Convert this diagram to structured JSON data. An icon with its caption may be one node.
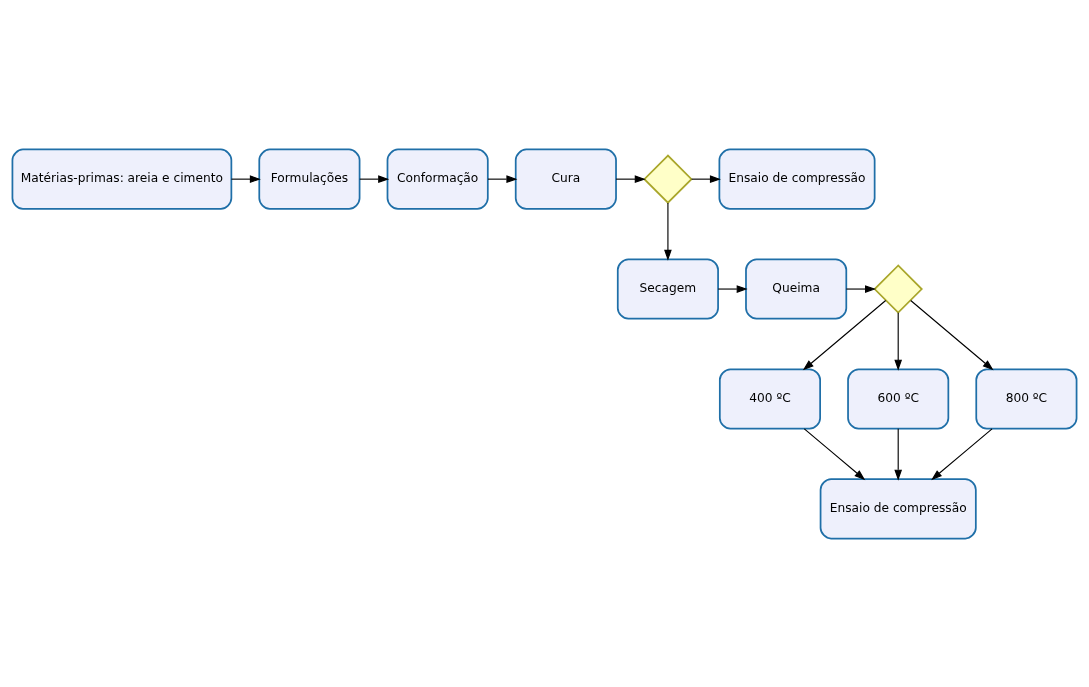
{
  "diagram": {
    "nodes": [
      {
        "text": [
          "Matérias-primas: areia e cimento"
        ]
      },
      {
        "text": [
          "Formulações"
        ]
      },
      {
        "text": [
          "Conformação"
        ]
      },
      {
        "text": [
          "Cura"
        ]
      },
      {
        "text": [],
        "shape": "diamond"
      },
      {
        "text": [
          "Ensaio de compressão"
        ]
      },
      {
        "text": [
          "Secagem"
        ]
      },
      {
        "text": [
          "Queima"
        ]
      },
      {
        "text": [],
        "shape": "diamond"
      },
      {
        "text": [
          "400 ºC"
        ]
      },
      {
        "text": [
          "600 ºC"
        ]
      },
      {
        "text": [
          "800 ºC"
        ]
      },
      {
        "text": [
          "Ensaio de compressão"
        ]
      }
    ],
    "edges": [
      {
        "from": 0,
        "to": 1,
        "arrow": "to"
      },
      {
        "from": 1,
        "to": 2,
        "arrow": "to"
      },
      {
        "from": 2,
        "to": 3,
        "arrow": "to"
      },
      {
        "from": 3,
        "to": 4,
        "arrow": "to"
      },
      {
        "from": 4,
        "to": 5,
        "arrow": "to"
      },
      {
        "from": 4,
        "to": 6,
        "arrow": "to"
      },
      {
        "from": 6,
        "to": 7,
        "arrow": "to"
      },
      {
        "from": 7,
        "to": 8,
        "arrow": "to"
      },
      {
        "from": 8,
        "to": 9,
        "arrow": "to"
      },
      {
        "from": 8,
        "to": 10,
        "arrow": "to"
      },
      {
        "from": 8,
        "to": 11,
        "arrow": "to"
      },
      {
        "from": 9,
        "to": 12,
        "arrow": "to"
      },
      {
        "from": 10,
        "to": 12,
        "arrow": "to"
      },
      {
        "from": 11,
        "to": 12,
        "arrow": "to"
      }
    ]
  }
}
